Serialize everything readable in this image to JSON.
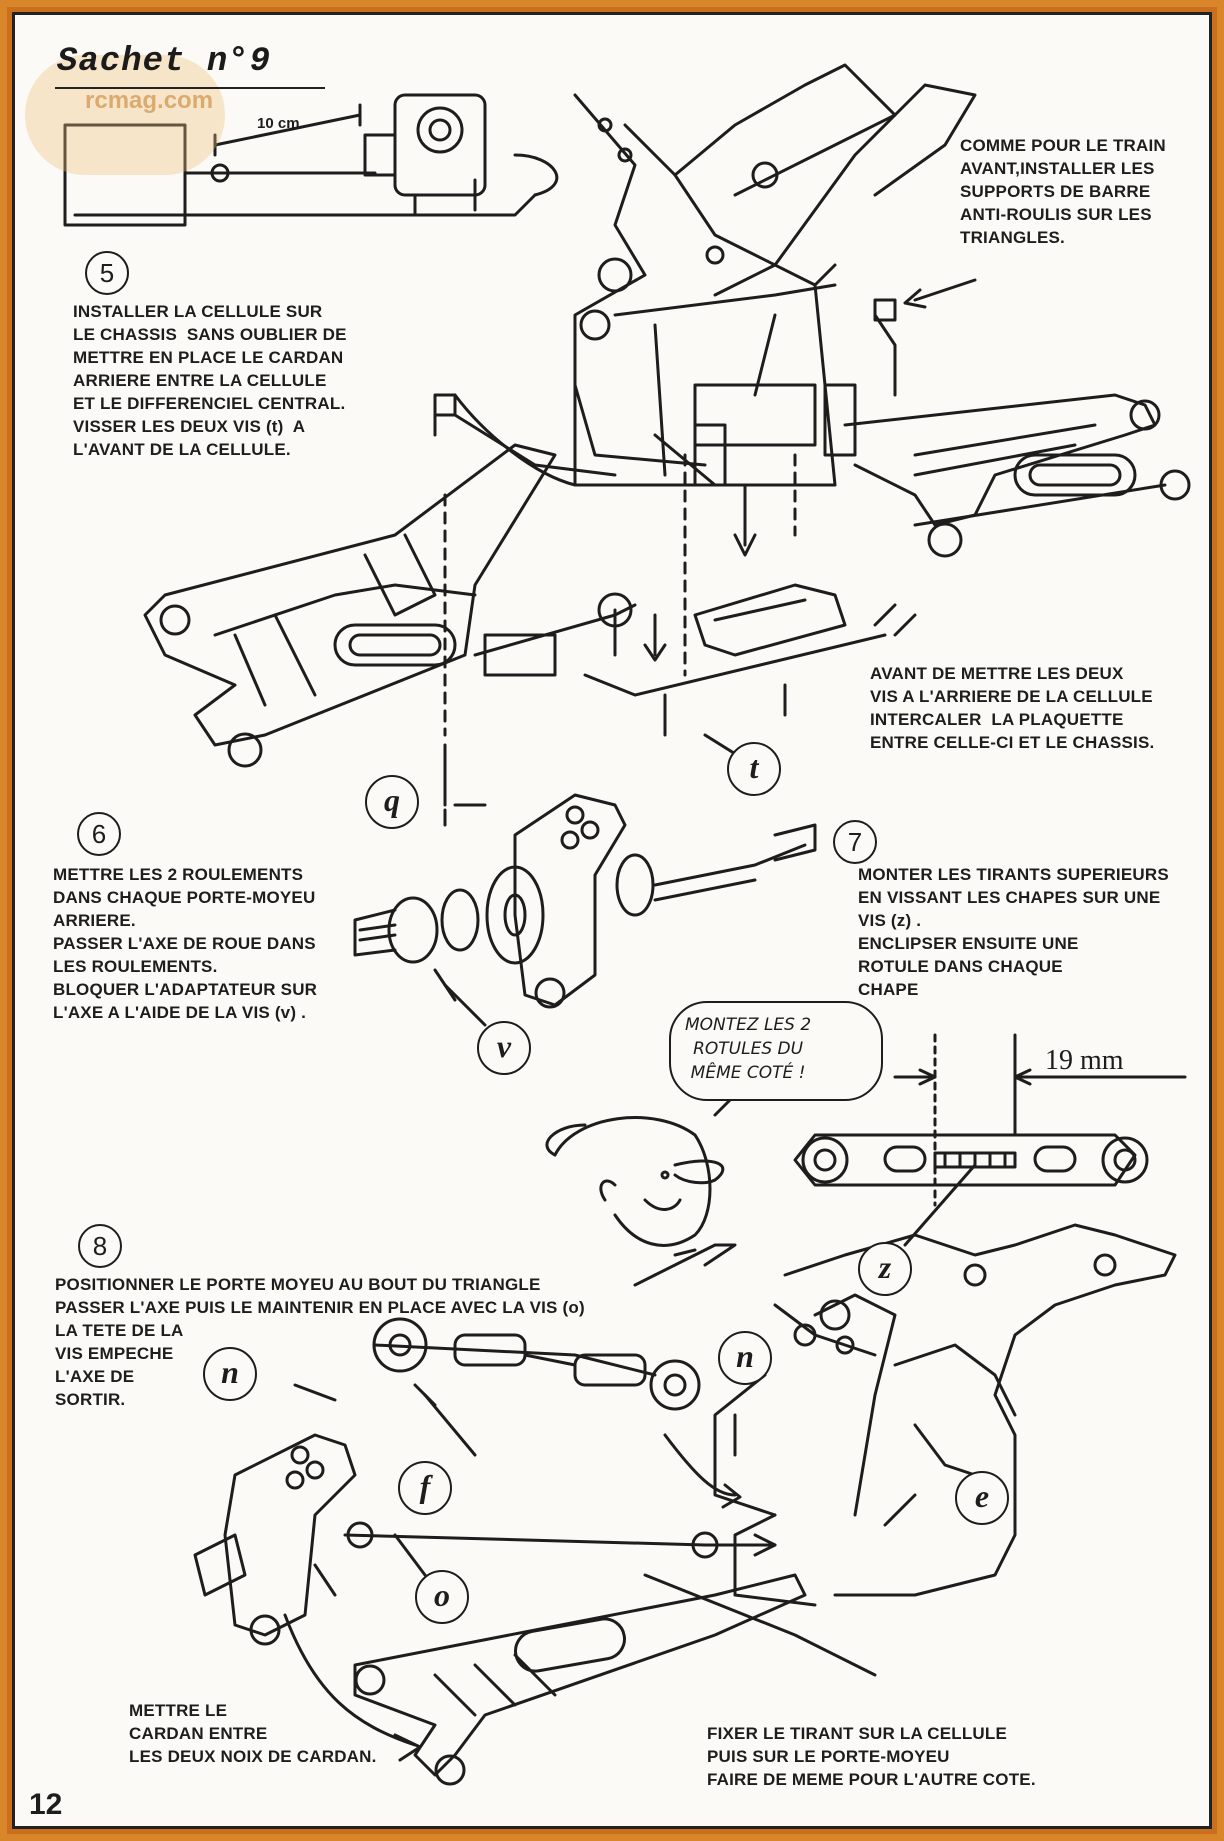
{
  "header": {
    "title": "Sachet n°9",
    "watermark": "rcmag.com",
    "dimension_label": "10 cm"
  },
  "steps": {
    "s5": {
      "number": "5",
      "text": "INSTALLER LA CELLULE SUR\nLE CHASSIS  SANS OUBLIER DE\nMETTRE EN PLACE LE CARDAN\nARRIERE ENTRE LA CELLULE\nET LE DIFFERENCIEL CENTRAL.\nVISSER LES DEUX VIS (t)  A\nL'AVANT DE LA CELLULE."
    },
    "anti_roll": {
      "text": "COMME POUR LE TRAIN\nAVANT,INSTALLER LES\nSUPPORTS DE BARRE\nANTI-ROULIS SUR LES\nTRIANGLES."
    },
    "plate_note": {
      "text": "AVANT DE METTRE LES DEUX\nVIS A L'ARRIERE DE LA CELLULE\nINTERCALER  LA PLAQUETTE\nENTRE CELLE-CI ET LE CHASSIS."
    },
    "s6": {
      "number": "6",
      "text": "METTRE LES 2 ROULEMENTS\nDANS CHAQUE PORTE-MOYEU\nARRIERE.\nPASSER L'AXE DE ROUE DANS\nLES ROULEMENTS.\nBLOQUER L'ADAPTATEUR SUR\nL'AXE A L'AIDE DE LA VIS (v) ."
    },
    "s7": {
      "number": "7",
      "text": "MONTER LES TIRANTS SUPERIEURS\nEN VISSANT LES CHAPES SUR UNE\nVIS (z) .\nENCLIPSER ENSUITE UNE\nROTULE DANS CHAQUE\nCHAPE"
    },
    "s8": {
      "number": "8",
      "text": "POSITIONNER LE PORTE MOYEU AU BOUT DU TRIANGLE\nPASSER L'AXE PUIS LE MAINTENIR EN PLACE AVEC LA VIS (o)"
    },
    "head_note": {
      "text": "LA TETE DE LA\nVIS EMPECHE\nL'AXE DE\nSORTIR."
    },
    "cardan_note": {
      "text": "METTRE LE\nCARDAN ENTRE\nLES DEUX NOIX DE CARDAN."
    },
    "tie_rod_note": {
      "text": "FIXER LE TIRANT SUR LA CELLULE\nPUIS SUR LE PORTE-MOYEU\nFAIRE DE MEME POUR L'AUTRE COTE."
    }
  },
  "bubble": {
    "text": "MONTEZ LES 2\nROTULES DU\nMÊME COTÉ !"
  },
  "parts": {
    "q": "q",
    "t": "t",
    "v": "v",
    "z": "z",
    "n1": "n",
    "n2": "n",
    "f": "f",
    "o": "o",
    "e": "e"
  },
  "measure": {
    "label": "19 mm"
  },
  "footer": {
    "page_number": "12"
  }
}
